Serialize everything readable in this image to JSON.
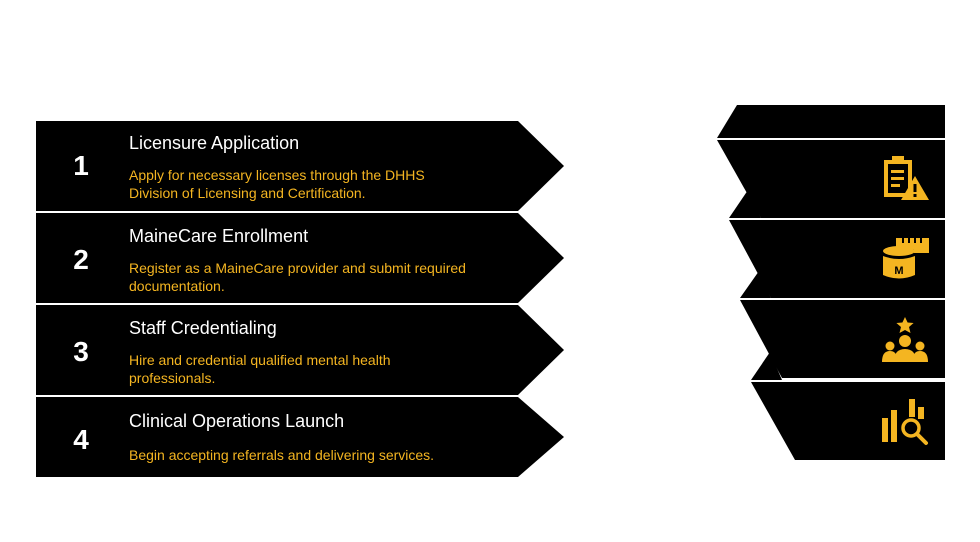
{
  "steps": [
    {
      "number": "1",
      "title": "Licensure Application",
      "description": "Apply for necessary licenses through the DHHS Division of Licensing and Certification.",
      "icon": "clipboard-warning-icon"
    },
    {
      "number": "2",
      "title": "MaineCare Enrollment",
      "description": "Register as a MaineCare provider and submit required documentation.",
      "icon": "mainecare-jar-icon"
    },
    {
      "number": "3",
      "title": "Staff Credentialing",
      "description": "Hire and credential qualified mental health professionals.",
      "icon": "team-star-icon"
    },
    {
      "number": "4",
      "title": "Clinical Operations Launch",
      "description": "Begin accepting referrals and delivering services.",
      "icon": "analytics-search-icon"
    }
  ],
  "icon_letter": "M",
  "colors": {
    "panel": "#000000",
    "title_text": "#ffffff",
    "description_text": "#f4b521",
    "icon": "#f4b521",
    "background": "#ffffff"
  }
}
